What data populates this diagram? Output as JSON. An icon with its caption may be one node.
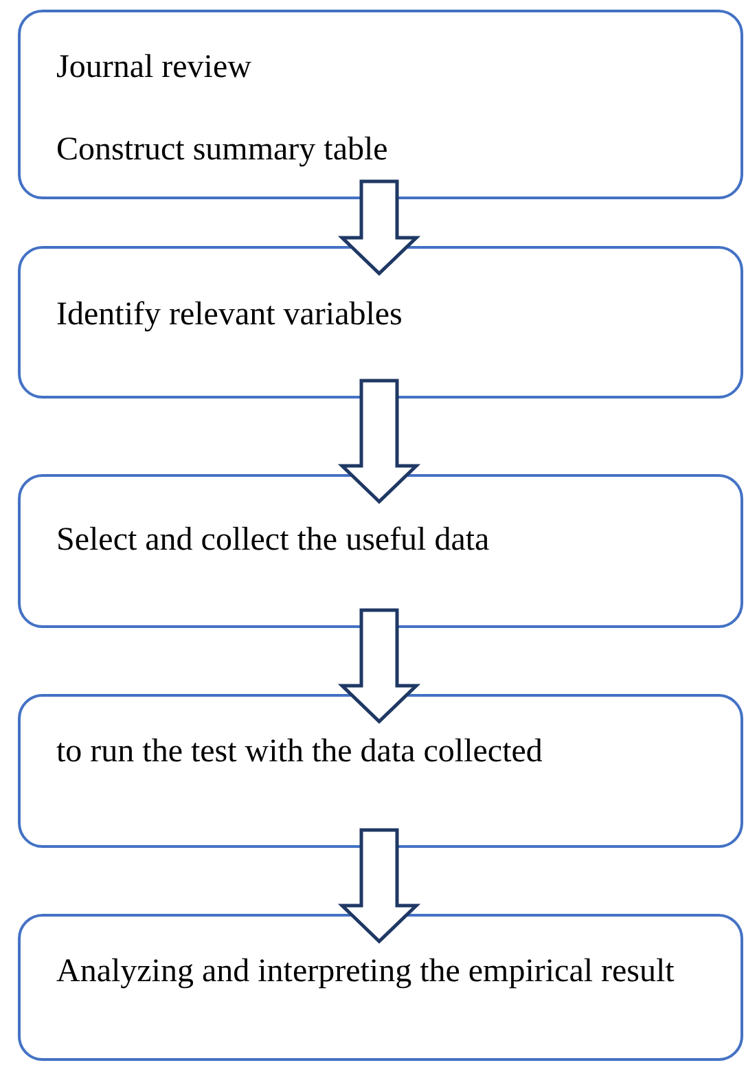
{
  "diagram": {
    "nodes": [
      {
        "text": [
          "Journal review",
          "Construct summary table"
        ]
      },
      {
        "text": [
          "Identify relevant variables"
        ]
      },
      {
        "text": [
          "Select and collect the useful data"
        ]
      },
      {
        "text": [
          "to run the test with the data collected"
        ]
      },
      {
        "text": [
          "Analyzing and interpreting the empirical result"
        ]
      }
    ],
    "edges": [
      {
        "from": 0,
        "to": 1,
        "arrow": "to"
      },
      {
        "from": 1,
        "to": 2,
        "arrow": "to"
      },
      {
        "from": 2,
        "to": 3,
        "arrow": "to"
      },
      {
        "from": 3,
        "to": 4,
        "arrow": "to"
      }
    ]
  }
}
